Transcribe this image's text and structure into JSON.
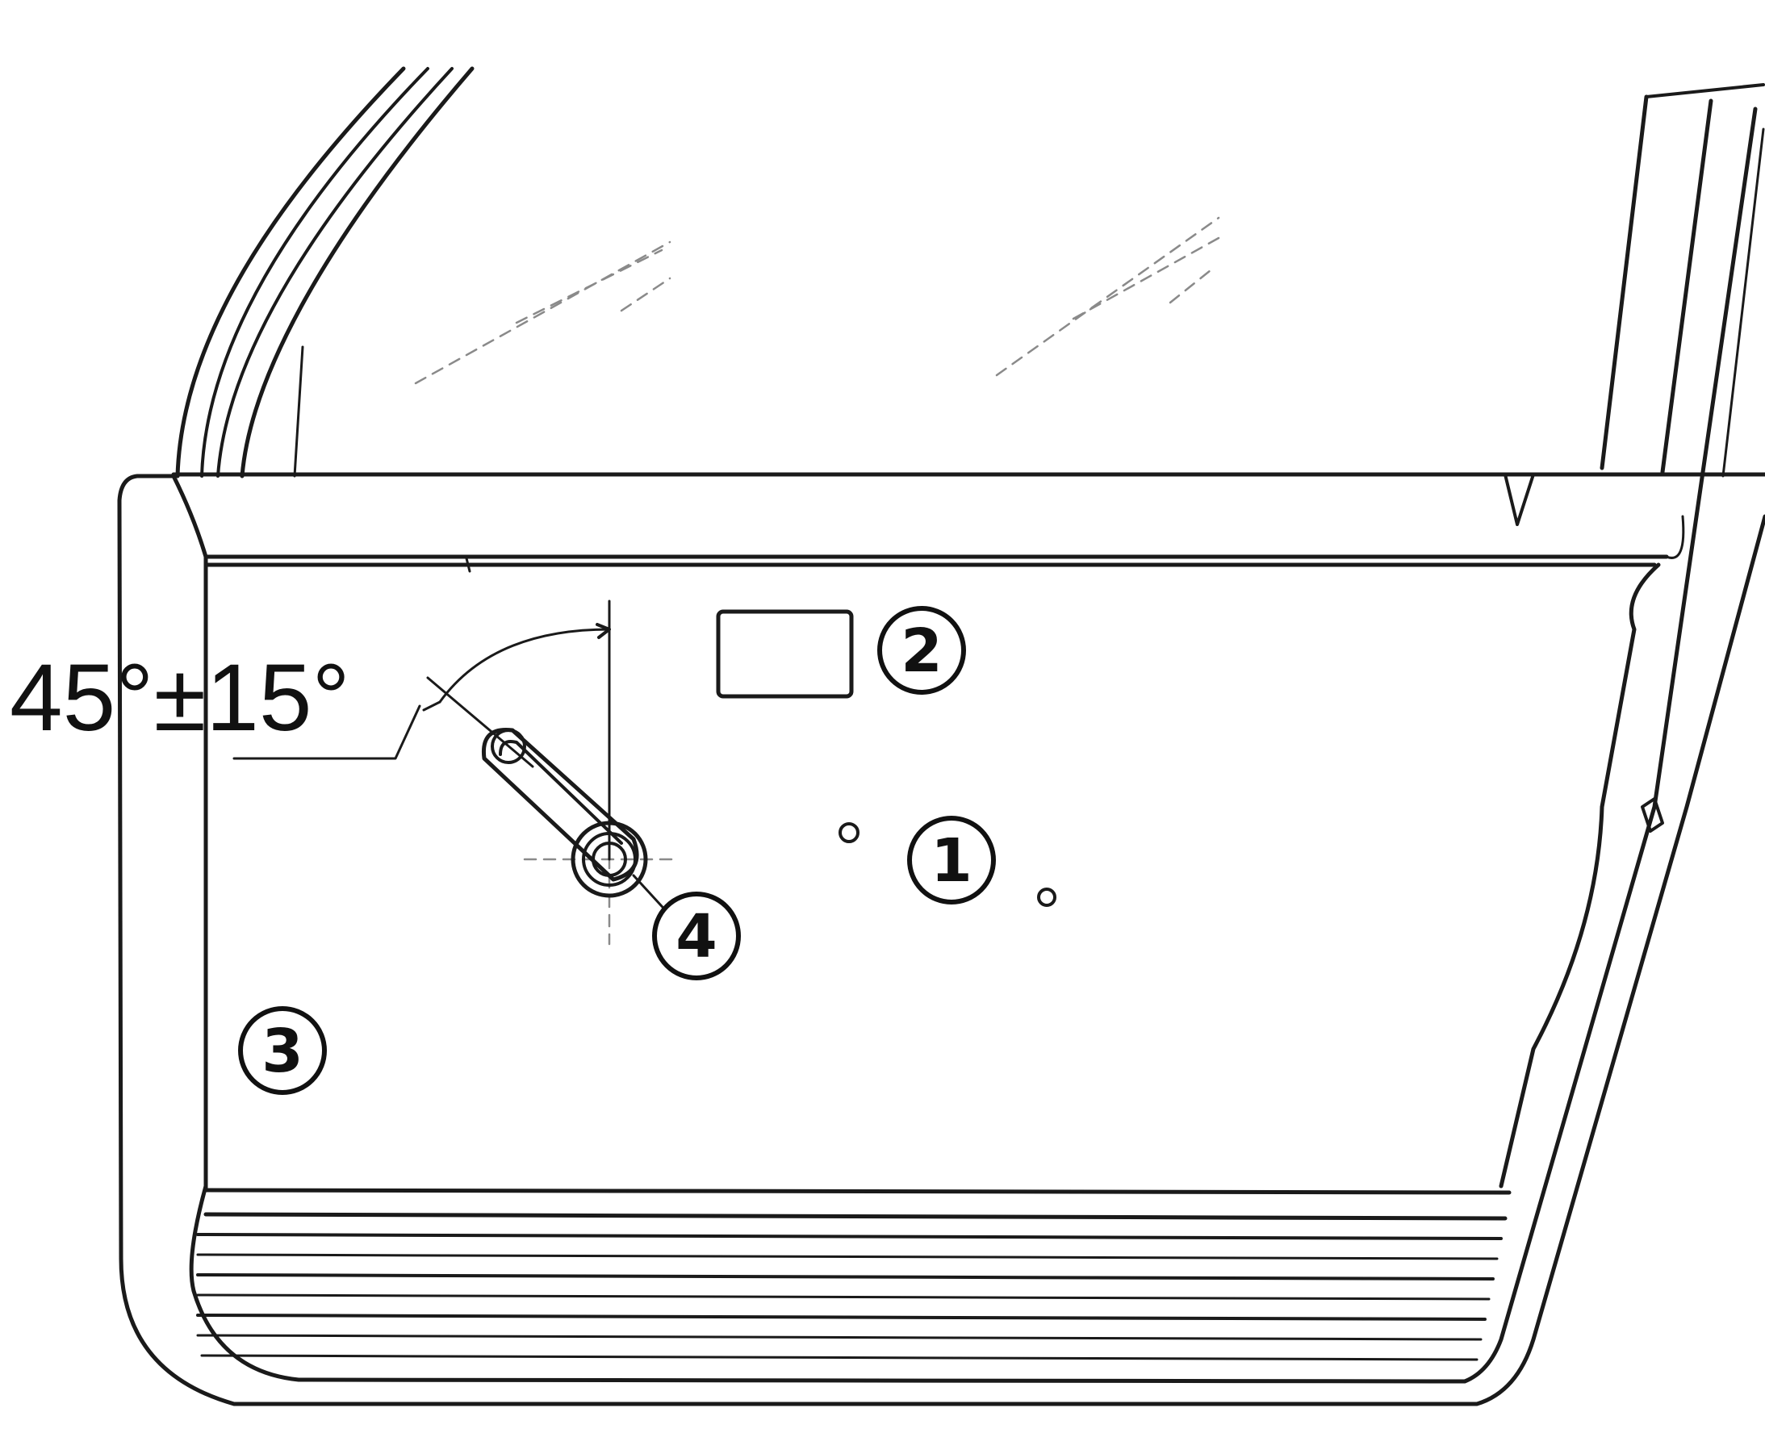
{
  "angle_label": "45°±15°",
  "callouts": [
    {
      "id": "1",
      "label": "1"
    },
    {
      "id": "2",
      "label": "2"
    },
    {
      "id": "3",
      "label": "3"
    },
    {
      "id": "4",
      "label": "4"
    }
  ],
  "colors": {
    "line": "#1a1a1a",
    "background": "#ffffff"
  }
}
